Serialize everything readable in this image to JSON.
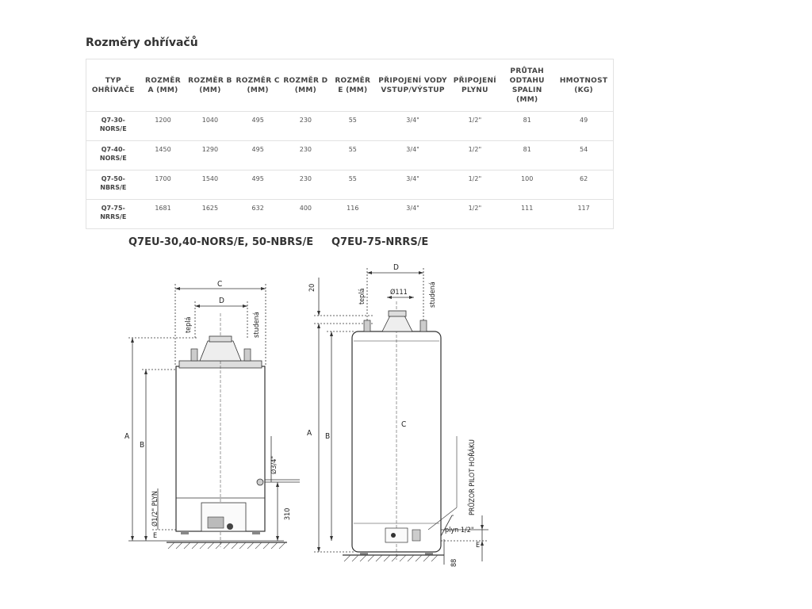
{
  "page": {
    "title": "Rozměry ohřívačů"
  },
  "table": {
    "headers": [
      "TYP OHŘÍVAČE",
      "ROZMĚR A (MM)",
      "ROZMĚR B (MM)",
      "ROZMĚR C (MM)",
      "ROZMĚR D (MM)",
      "ROZMĚR E (MM)",
      "PŘIPOJENÍ VODY VSTUP/VÝSTUP",
      "PŘIPOJENÍ PLYNU",
      "PRŮTAH ODTAHU SPALIN (MM)",
      "HMOTNOST (KG)"
    ],
    "rows": [
      [
        "Q7-30-NORS/E",
        "1200",
        "1040",
        "495",
        "230",
        "55",
        "3/4\"",
        "1/2\"",
        "81",
        "49"
      ],
      [
        "Q7-40-NORS/E",
        "1450",
        "1290",
        "495",
        "230",
        "55",
        "3/4\"",
        "1/2\"",
        "81",
        "54"
      ],
      [
        "Q7-50-NBRS/E",
        "1700",
        "1540",
        "495",
        "230",
        "55",
        "3/4\"",
        "1/2\"",
        "100",
        "62"
      ],
      [
        "Q7-75-NRRS/E",
        "1681",
        "1625",
        "632",
        "400",
        "116",
        "3/4\"",
        "1/2\"",
        "111",
        "117"
      ]
    ]
  },
  "diagrams": {
    "left": {
      "title": "Q7EU-30,40-NORS/E, 50-NBRS/E",
      "labels": {
        "C": "C",
        "D": "D",
        "A": "A",
        "B": "B",
        "E": "E",
        "hot": "teplá",
        "cold": "studená",
        "gas": "Ø1/2\" PLYN",
        "water_conn": "Ø3/4\"",
        "height_310": "310"
      }
    },
    "right": {
      "title": "Q7EU-75-NRRS/E",
      "labels": {
        "D": "D",
        "C": "C",
        "A": "A",
        "B": "B",
        "E": "E",
        "flue": "Ø111",
        "dim_20": "20",
        "hot": "teplá",
        "cold": "studená",
        "pilot": "PRŮZOR PILOT HOŘÁKU",
        "gas": "plyn 1/2\"",
        "dim_88": "88"
      }
    }
  }
}
